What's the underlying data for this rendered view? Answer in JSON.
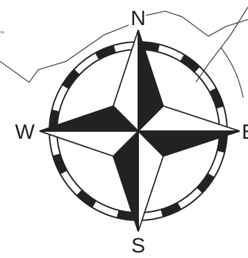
{
  "compass": {
    "north": "N",
    "east": "E",
    "south": "S",
    "west": "W",
    "ring_segments": 24
  },
  "colors": {
    "ink": "#222222",
    "paper": "#ffffff",
    "line": "#444444",
    "faint": "#888888"
  }
}
